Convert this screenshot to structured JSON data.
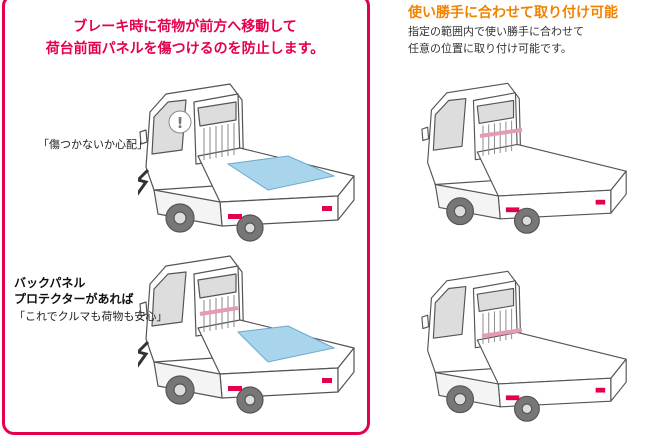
{
  "left": {
    "headline_1": "ブレーキ時に荷物が前方へ移動して",
    "headline_2": "荷台前面パネルを傷つけるのを防止します。",
    "worry_caption": "「傷つかないか心配」",
    "solution_title_1": "バックパネル",
    "solution_title_2": "プロテクターがあれば",
    "solution_caption": "「これでクルマも荷物も安心」"
  },
  "right": {
    "title": "使い勝手に合わせて取り付け可能",
    "desc_1": "指定の範囲内で使い勝手に合わせて",
    "desc_2": "任意の位置に取り付け可能です。"
  },
  "colors": {
    "accent_pink": "#e5004f",
    "accent_orange": "#f08300",
    "cargo_blue": "#a8d4ec"
  }
}
